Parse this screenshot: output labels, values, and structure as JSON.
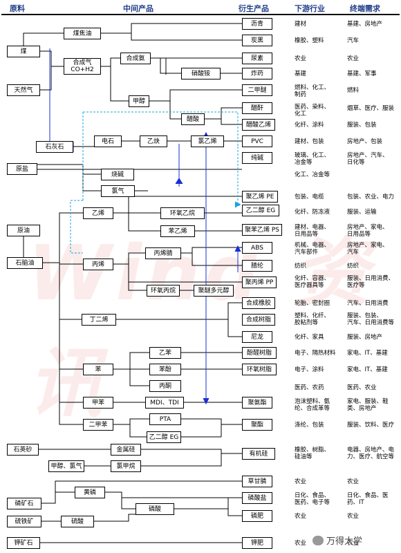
{
  "headers": {
    "raw": "原料",
    "mid": "中间产品",
    "derived": "衍生产品",
    "downstream": "下游行业",
    "demand": "终端需求"
  },
  "nodes": {
    "coal": "煤",
    "natgas": "天然气",
    "limestone": "石灰石",
    "rawsalt": "原盐",
    "crude": "原油",
    "naphtha": "石脑油",
    "quartz": "石英砂",
    "methcl": "甲醇、氯气",
    "phosrock": "磷矿石",
    "pyrite": "硫铁矿",
    "potash": "钾矿石",
    "coaltar": "煤焦油",
    "syngas": "合成气\nCO+H2",
    "ammonia": "合成氨",
    "ammnitrate": "硝酸铵",
    "methanol": "甲醇",
    "acetic": "醋酸",
    "carbide": "电石",
    "acetylene": "乙炔",
    "vcm": "氯乙烯",
    "caustic": "烧碱",
    "chlorine": "氯气",
    "ethylene": "乙烯",
    "eo": "环氧乙烷",
    "styrene": "苯乙烯",
    "propylene": "丙烯",
    "acrylonitrile": "丙烯腈",
    "po": "环氧丙烷",
    "polyether": "聚醚多元醇",
    "butadiene": "丁二烯",
    "benzene": "苯",
    "ethylbenzene": "乙苯",
    "phenol": "苯酚",
    "acetone": "丙酮",
    "toluene": "甲苯",
    "mditdi": "MDI、TDI",
    "xylene": "二甲苯",
    "pta": "PTA",
    "meg": "乙二醇 EG",
    "silicon": "金属硅",
    "chlorosilane": "氯甲烷",
    "yellowp": "黄磷",
    "sulfuric": "硫酸",
    "phosacid": "磷酸",
    "asphalt": "沥青",
    "carbonblack": "炭黑",
    "urea": "尿素",
    "explosive": "炸药",
    "dme": "二甲醚",
    "anhydride": "醋酐",
    "vac": "醋酸乙烯",
    "pvc": "PVC",
    "soda": "纯碱",
    "pe": "聚乙烯 PE",
    "megd": "乙二醇 EG",
    "ps": "聚苯乙烯 PS",
    "abs": "ABS",
    "acrylic": "腈纶",
    "pp": "聚丙烯 PP",
    "rubber": "合成橡胶",
    "resin": "合成树脂",
    "nylon": "尼龙",
    "phenolic": "酚醛树脂",
    "epoxy": "环氧树脂",
    "pu": "聚氨酯",
    "polyester": "聚酯",
    "silicone": "有机硅",
    "glyphosate": "草甘膦",
    "phosphate": "磷酸盐",
    "phosfert": "磷肥",
    "potashfert": "钾肥"
  },
  "downstream": [
    "建材",
    "橡胶、塑料",
    "农业",
    "基建",
    "燃料、化工、\n制药",
    "医药、染料、\n化工",
    "化纤、涂料",
    "建材、包装",
    "玻璃、化工、\n冶金等",
    "化工、冶金等",
    "包装、电缆",
    "化纤、防冻液",
    "建材、电器、\n日用品等",
    "机械、电器、\n汽车部件",
    "纺织",
    "化纤、容器、\n医疗器具等",
    "轮胎、密封圈",
    "塑料、化纤、\n胶粘剂等",
    "化纤、家具",
    "电子、隔热材料",
    "电子、涂料",
    "医药、农药",
    "泡沫塑料、氨\n纶、合成革等",
    "涤纶、包装",
    "橡胶、树脂、\n硅油等",
    "农业",
    "日化、食品、\n医药、电子等",
    "农业",
    "农业"
  ],
  "demand": [
    "基建、房地产",
    "汽车",
    "农业",
    "基建、军事",
    "燃料",
    "烟草、医疗、服装",
    "服装、包装",
    "房地产、包装",
    "房地产、汽车、\n日化等",
    "包装、农业、电力",
    "服装、运输",
    "房地产、家电、\n日用品等",
    "房地产、家电、\n汽车",
    "纺织",
    "服装、日用消费、\n医疗等",
    "汽车、日用消费",
    "服装、包装、\n汽车、日用消费等",
    "服装、房地产",
    "家电、IT、基建",
    "家电、IT、基建",
    "医药、农业",
    "家电、服装、鞋\n类、房地产",
    "服装、饮料、医疗",
    "电器、房地产、电\n力、医疗、航空等",
    "农业",
    "日化、食品、医\n药、IT",
    "农业",
    "农业"
  ],
  "watermark": "Wind 资讯",
  "logo_text": "万得大学",
  "colors": {
    "header": "#1f3c88",
    "link_blue": "#1a2fd6",
    "link_cyan": "#1aa0e0",
    "watermark": "#d9372b"
  }
}
